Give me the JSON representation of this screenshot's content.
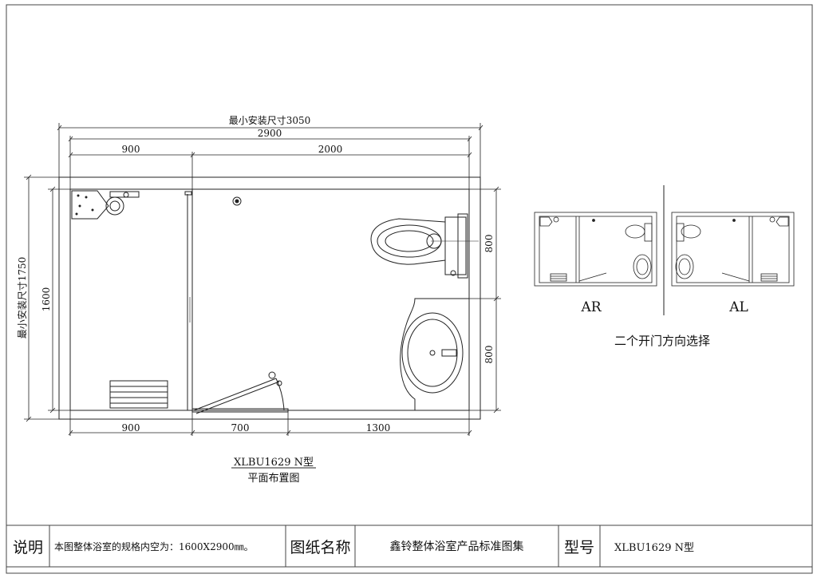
{
  "dimensions": {
    "min_install_width": "最小安装尺寸3050",
    "inner_width": "2900",
    "top_left": "900",
    "top_right": "2000",
    "bottom_left": "900",
    "bottom_mid": "700",
    "bottom_right": "1300",
    "min_install_height": "最小安装尺寸1750",
    "inner_height": "1600",
    "right_upper": "800",
    "right_lower": "800"
  },
  "plan": {
    "model_label": "XLBU1629 N型",
    "subtitle": "平面布置图"
  },
  "options": {
    "ar_label": "AR",
    "al_label": "AL",
    "caption": "二个开门方向选择"
  },
  "title_block": {
    "desc_heading": "说明",
    "desc_text": "本图整体浴室的规格内空为：1600X2900㎜。",
    "drawing_name_heading": "图纸名称",
    "drawing_name": "鑫铃整体浴室产品标准图集",
    "model_heading": "型号",
    "model_value": "XLBU1629 N型"
  }
}
